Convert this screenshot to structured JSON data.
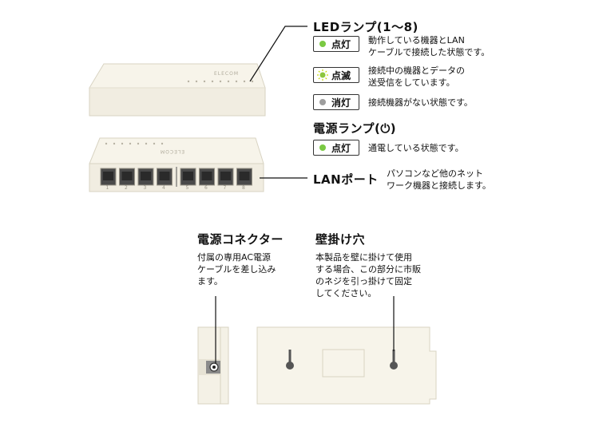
{
  "led_section": {
    "title": "LEDランプ(1～8)",
    "states": [
      {
        "label": "点灯",
        "desc_lines": [
          "動作している機器とLAN",
          "ケーブルで接続した状態です。"
        ]
      },
      {
        "label": "点滅",
        "desc_lines": [
          "接続中の機器とデータの",
          "送受信をしています。"
        ]
      },
      {
        "label": "消灯",
        "desc_lines": [
          "接続機器がない状態です。"
        ]
      }
    ]
  },
  "power_lamp": {
    "title": "電源ランプ(⏻)",
    "state": {
      "label": "点灯",
      "desc": "通電している状態です。"
    }
  },
  "lan_port": {
    "title": "LANポート",
    "desc_lines": [
      "パソコンなど他のネット",
      "ワーク機器と接続します。"
    ]
  },
  "power_connector": {
    "title": "電源コネクター",
    "desc_lines": [
      "付属の専用AC電源",
      "ケーブルを差し込み",
      "ます。"
    ]
  },
  "wall_mount": {
    "title": "壁掛け穴",
    "desc_lines": [
      "本製品を壁に掛けて使用",
      "する場合、この部分に市販",
      "のネジを引っ掛けて固定",
      "してください。"
    ]
  },
  "device": {
    "brand": "ELECOM",
    "port_numbers": [
      "1",
      "2",
      "3",
      "4",
      "5",
      "6",
      "7",
      "8"
    ]
  },
  "colors": {
    "led_on": "#7ac943",
    "led_blink": "#8dc63f",
    "led_off": "#9e9e9e",
    "device_body": "#f4f1e6",
    "device_edge": "#d8d3c2"
  }
}
